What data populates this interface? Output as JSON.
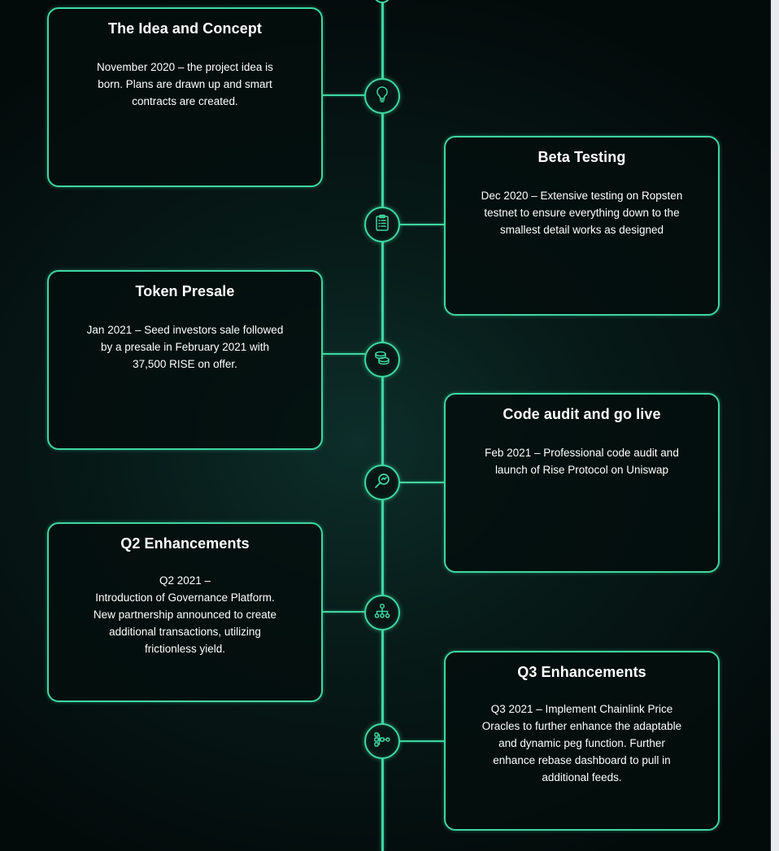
{
  "colors": {
    "accent": "#3fd6a1",
    "background": "#041312",
    "text": "#ffffff"
  },
  "timeline": {
    "items": [
      {
        "title": "The Idea and Concept",
        "body": "November  2020 – the project idea is\nborn. Plans are drawn up and smart\ncontracts are created.",
        "icon": "lightbulb-icon",
        "side": "left"
      },
      {
        "title": "Beta Testing",
        "body": "Dec 2020 – Extensive testing on Ropsten\ntestnet to ensure everything down to the\nsmallest detail works as designed",
        "icon": "clipboard-checklist-icon",
        "side": "right"
      },
      {
        "title": "Token Presale",
        "body": "Jan 2021 – Seed investors sale followed\nby a presale in February 2021 with\n37,500 RISE on offer.",
        "icon": "coins-icon",
        "side": "left"
      },
      {
        "title": "Code audit and go live",
        "body": "Feb 2021 – Professional code audit and\nlaunch of Rise Protocol on Uniswap",
        "icon": "magnifier-icon",
        "side": "right"
      },
      {
        "title": "Q2 Enhancements",
        "body": "Q2 2021 –\nIntroduction of Governance Platform.\nNew  partnership announced to create\nadditional transactions, utilizing\nfrictionless yield.",
        "icon": "hierarchy-icon",
        "side": "left"
      },
      {
        "title": "Q3 Enhancements",
        "body": "Q3 2021 – Implement Chainlink Price\nOracles to further enhance the adaptable\nand dynamic peg function. Further\nenhance rebase dashboard to pull in\nadditional feeds.",
        "icon": "network-flow-icon",
        "side": "right"
      }
    ]
  }
}
